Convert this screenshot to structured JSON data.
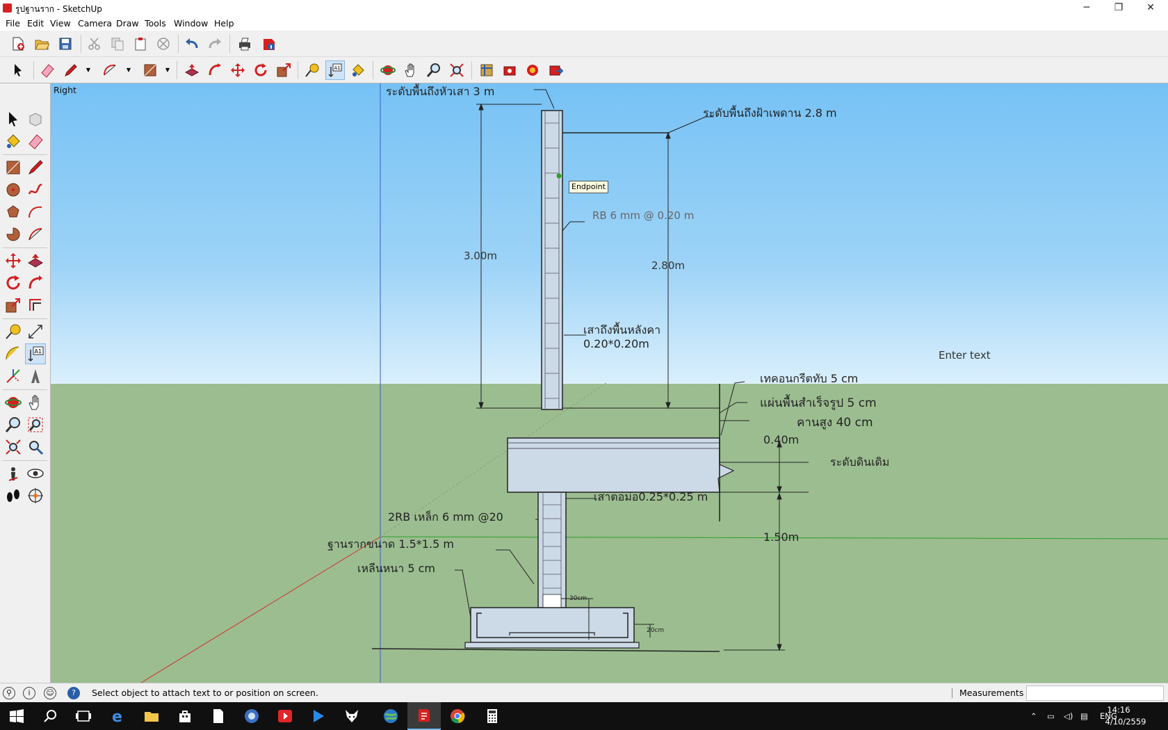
{
  "window": {
    "title": "รูปฐานราก - SketchUp",
    "minimize_glyph": "─",
    "maximize_glyph": "❐",
    "close_glyph": "✕"
  },
  "menu": [
    "File",
    "Edit",
    "View",
    "Camera",
    "Draw",
    "Tools",
    "Window",
    "Help"
  ],
  "toolbar1": [
    "new-icon",
    "open-icon",
    "save-icon",
    "cut-icon",
    "copy-icon",
    "paste-icon",
    "erase-selection-icon",
    "undo-icon",
    "redo-icon",
    "print-icon",
    "model-info-icon"
  ],
  "toolbar2": [
    "select-icon",
    "eraser-icon",
    "pencil-icon",
    "arc-icon",
    "rectangle-icon",
    "push-pull-icon",
    "follow-me-icon",
    "move-icon",
    "rotate-icon",
    "scale-icon",
    "tape-measure-icon",
    "text-icon",
    "paint-bucket-icon",
    "orbit-icon",
    "pan-icon",
    "zoom-icon",
    "zoom-extents-icon",
    "warehouse-icon",
    "extension-icon",
    "share-icon",
    "upload-icon"
  ],
  "left_tools": [
    "select-icon",
    "component-icon",
    "paint-bucket-icon",
    "eraser-icon",
    "rectangle-icon",
    "line-icon",
    "circle-icon",
    "freehand-icon",
    "polygon-icon",
    "arc-icon",
    "pie-icon",
    "two-point-arc-icon",
    "move-icon",
    "push-pull-icon",
    "rotate-icon",
    "follow-me-icon",
    "scale-icon",
    "offset-icon",
    "tape-measure-icon",
    "dimension-icon",
    "protractor-icon",
    "text-icon",
    "axes-icon",
    "3d-text-icon",
    "orbit-icon",
    "pan-icon",
    "zoom-icon",
    "zoom-window-icon",
    "zoom-extents-icon",
    "previous-view-icon",
    "position-camera-icon",
    "look-around-icon",
    "walk-icon",
    "section-plane-icon"
  ],
  "viewport": {
    "view_name": "Right",
    "tooltip": "Endpoint",
    "enter_text": "Enter text",
    "labels": {
      "column_top": "ระดับพื้นถึงหัวเสา  3 m",
      "ceiling": "ระดับพื้นถึงฝ้าเพดาน 2.8 m",
      "rebar": "RB 6 mm @ 0.20 m",
      "dim_300": "3.00m",
      "dim_280": "2.80m",
      "column_desc_1": "เสาถึงพื้นหลังคา",
      "column_desc_2": "0.20*0.20m",
      "topping": "เทคอนกรีตทับ 5 cm",
      "slab": "แผ่นพื้นสำเร็จรูป 5 cm",
      "beam": "คานสูง 40 cm",
      "dim_040": "0.40m",
      "ground_level": "ระดับดินเดิม",
      "stub_column": "เสาตอม่อ0.25*0.25 m",
      "stirrup": "2RB เหล็ก 6 mm @20",
      "footing": "ฐานรากขนาด 1.5*1.5 m",
      "lean": "เหลีนหนา 5 cm",
      "dim_150": "1.50m",
      "dim_30cm": "30cm",
      "dim_20cm": "20cm"
    }
  },
  "status": {
    "text": "Select object to attach text to or position on screen.",
    "measurements_label": "Measurements",
    "measurements_value": ""
  },
  "taskbar": {
    "apps": [
      "start-icon",
      "search-icon",
      "task-view-icon",
      "edge-icon",
      "file-explorer-icon",
      "store-icon",
      "notepad-icon",
      "media-icon",
      "mp3-icon",
      "play-icon",
      "fox-icon",
      "earth-icon",
      "sketchup-icon",
      "chrome-icon",
      "calculator-icon"
    ],
    "language": "ENG",
    "time": "14:16",
    "date": "4/10/2559"
  }
}
